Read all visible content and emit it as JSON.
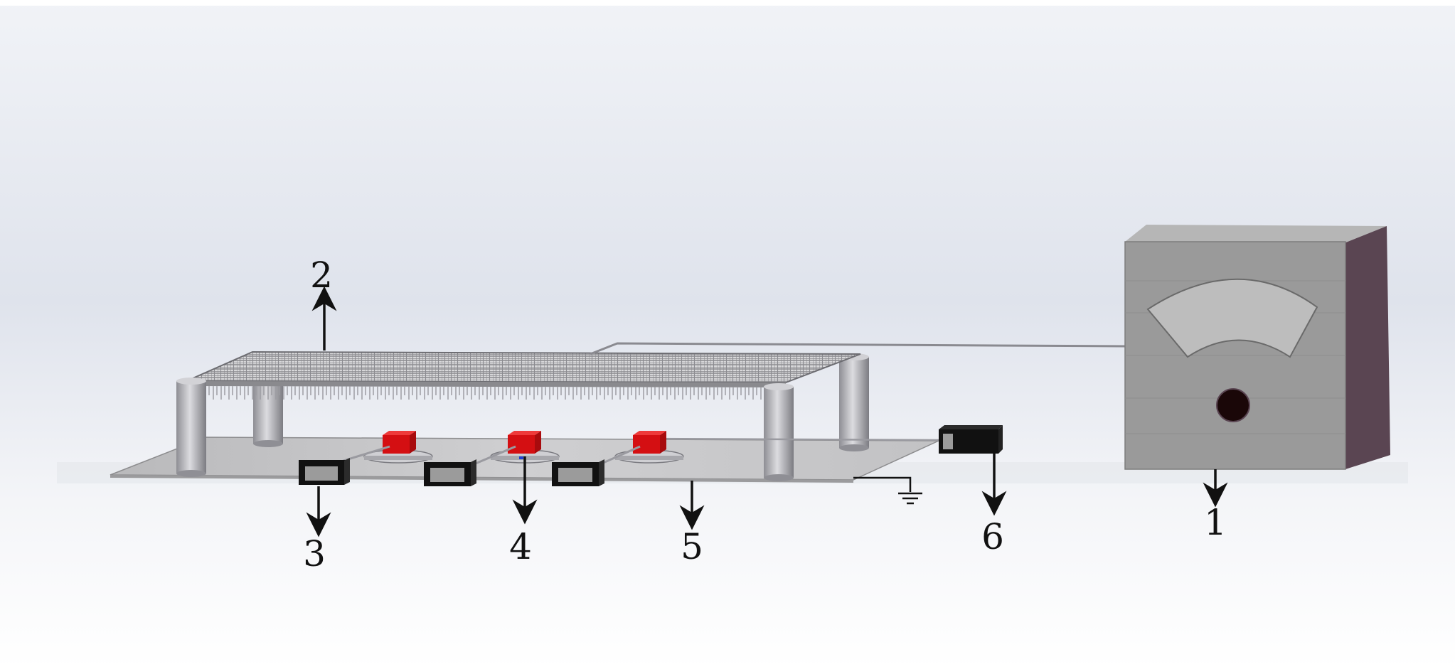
{
  "labels": {
    "meter": "1",
    "mesh": "2",
    "box_left": "3",
    "red_block": "4",
    "base_plate": "5",
    "box_right": "6"
  },
  "colors": {
    "background_top": "#dde2ec",
    "background_bottom": "#ffffff",
    "meter_front": "#9a9a9a",
    "meter_side": "#5a4552",
    "meter_dial": "#bdbdbd",
    "meter_knob": "#1a0708",
    "plate": "#c7c7c7",
    "mesh": "#8a8a8a",
    "pillar": "#b8b8bc",
    "red_block": "#d40f12",
    "black_box": "#111111",
    "box_window": "#9b9b9b",
    "arrow": "#111111"
  }
}
